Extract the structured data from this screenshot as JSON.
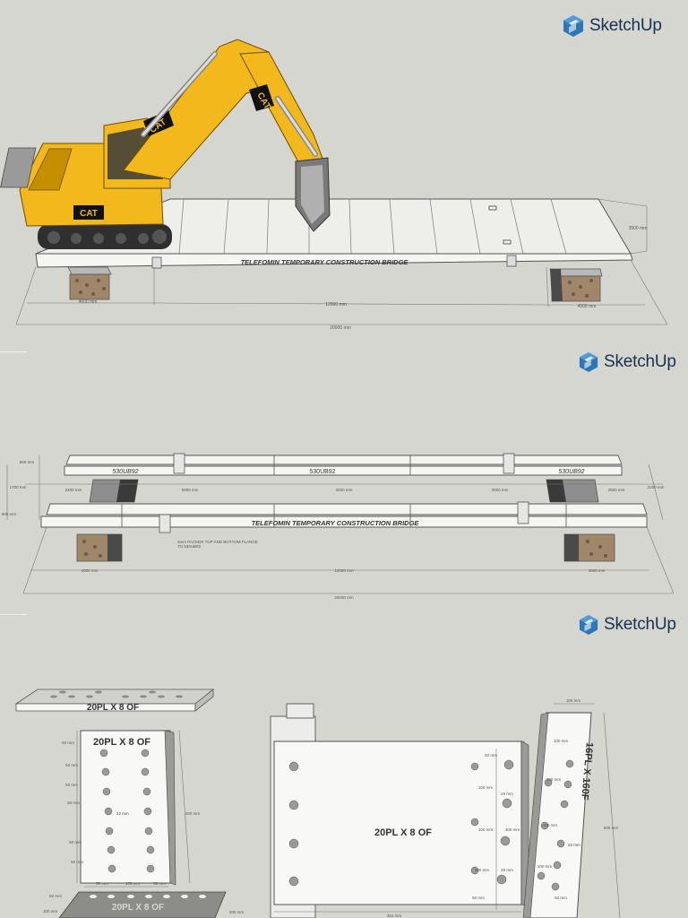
{
  "brand": {
    "name": "SketchUp"
  },
  "panel1": {
    "bridge_label": "TELEFOMIN TEMPORARY CONSTRUCTION BRIDGE",
    "cat_labels": [
      "CAT",
      "CAT",
      "CAT"
    ],
    "dim_left": "4000 mm",
    "dim_mid": "12000 mm",
    "dim_right": "4000 mm",
    "dim_total": "20000 mm",
    "dim_width": "3500 mm"
  },
  "panel2": {
    "beam_labels": [
      "530UB92",
      "530UB92",
      "530UB92"
    ],
    "bridge_label": "TELEFOMIN TEMPORARY CONSTRUCTION BRIDGE",
    "packer_note_1": "2mm PACKER TOP AND BOTTOM FLANGE",
    "packer_note_2": "TO 530UB82",
    "dim_top_left": "2200 mm",
    "dim_top_a": "6000 mm",
    "dim_top_b": "3000 mm",
    "dim_top_c": "3000 mm",
    "dim_top_right": "2500 mm",
    "dim_left_a": "800 mm",
    "dim_left_b": "1700 mm",
    "dim_left_c": "800 mm",
    "dim_right": "2200 mm",
    "dim_bottom_left": "4000 mm",
    "dim_bottom_mid": "12000 mm",
    "dim_bottom_right": "4000 mm",
    "dim_total": "20000 mm"
  },
  "panel3": {
    "plate_title_a": "20PL X 8 OF",
    "plate_title_b": "20PL X 8 OF",
    "plate_title_c": "20PL X 8 OF",
    "plate_title_d": "20PL X 8 OF",
    "plate_title_e": "16PL X 160F",
    "dim_50": "50 mm",
    "dim_100": "100 mm",
    "dim_22": "22 mm",
    "dim_400": "400 mm",
    "dim_40": "40 mm",
    "dim_500": "500 mm",
    "dim_200": "200 mm",
    "dim_361": "361 mm",
    "dim_25": "25 mm"
  }
}
